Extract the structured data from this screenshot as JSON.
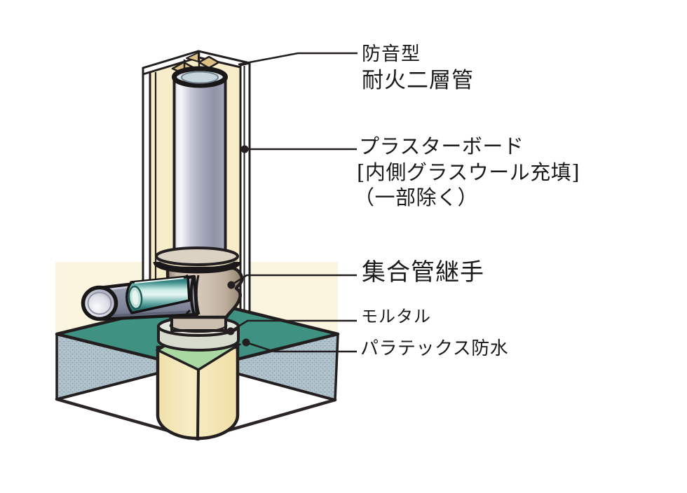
{
  "diagram": {
    "title_context": "piping-installation-cutaway",
    "labels": {
      "soundproof": {
        "line1": "防音型",
        "line2": "耐火二層管"
      },
      "plasterboard": {
        "line1": "プラスターボード",
        "line2": "[内側グラスウール充填]",
        "line3": "（一部除く）"
      },
      "joint": {
        "text": "集合管継手"
      },
      "mortar": {
        "text": "モルタル"
      },
      "waterproof": {
        "text": "パラテックス防水"
      }
    },
    "colors": {
      "outline": "#231F20",
      "wall_board_cream": "#F8EDC9",
      "wall_edge_white": "#FFFFFF",
      "stud_wood_tan": "#DDBE85",
      "back_wall_cream": "#FBF4DF",
      "pipe_gray": "#9CA0B2",
      "joint_fitting_tan": "#C9BBAB",
      "mortar_ring_gray": "#D6DBCE",
      "waterproof_teal": "#3F9181",
      "protect_green": "#A9D8A2",
      "sleeve_cream": "#F5E7B9",
      "slab_concrete_blue": "#AFC2CB",
      "branch_pipe_outer": "#9397AB",
      "branch_pipe_inner_teal": "#2E7B79"
    }
  }
}
